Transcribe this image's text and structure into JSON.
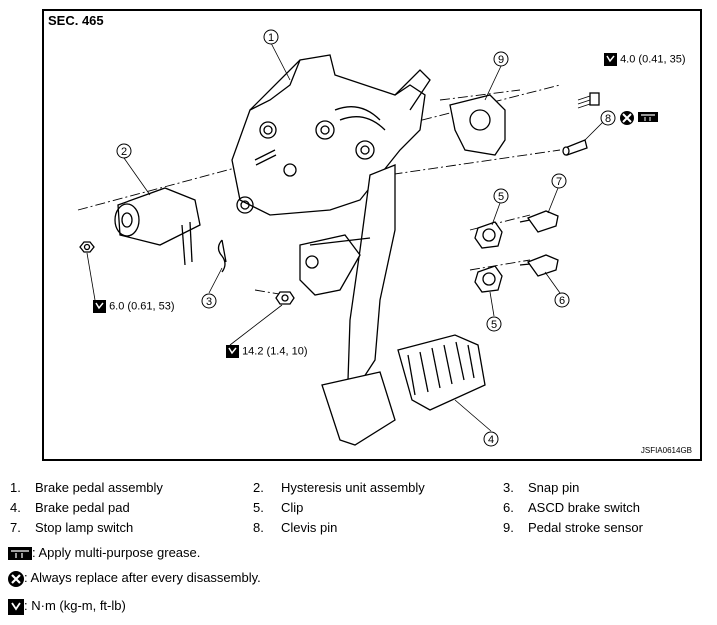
{
  "section": "SEC. 465",
  "figure_code": "JSFIA0614GB",
  "callouts": [
    "1",
    "2",
    "3",
    "4",
    "5",
    "5",
    "6",
    "7",
    "8",
    "9"
  ],
  "torques": {
    "t1": "4.0 (0.41, 35)",
    "t2": "6.0 (0.61, 53)",
    "t3": "14.2 (1.4, 10)"
  },
  "legend": [
    {
      "num": "1.",
      "label": "Brake pedal assembly"
    },
    {
      "num": "2.",
      "label": "Hysteresis unit assembly"
    },
    {
      "num": "3.",
      "label": "Snap pin"
    },
    {
      "num": "4.",
      "label": "Brake pedal pad"
    },
    {
      "num": "5.",
      "label": "Clip"
    },
    {
      "num": "6.",
      "label": "ASCD brake switch"
    },
    {
      "num": "7.",
      "label": "Stop lamp switch"
    },
    {
      "num": "8.",
      "label": "Clevis pin"
    },
    {
      "num": "9.",
      "label": "Pedal stroke sensor"
    }
  ],
  "notes": {
    "grease": ": Apply multi-purpose grease.",
    "replace": ": Always replace after every disassembly.",
    "torque": ": N·m (kg-m, ft-lb)"
  }
}
